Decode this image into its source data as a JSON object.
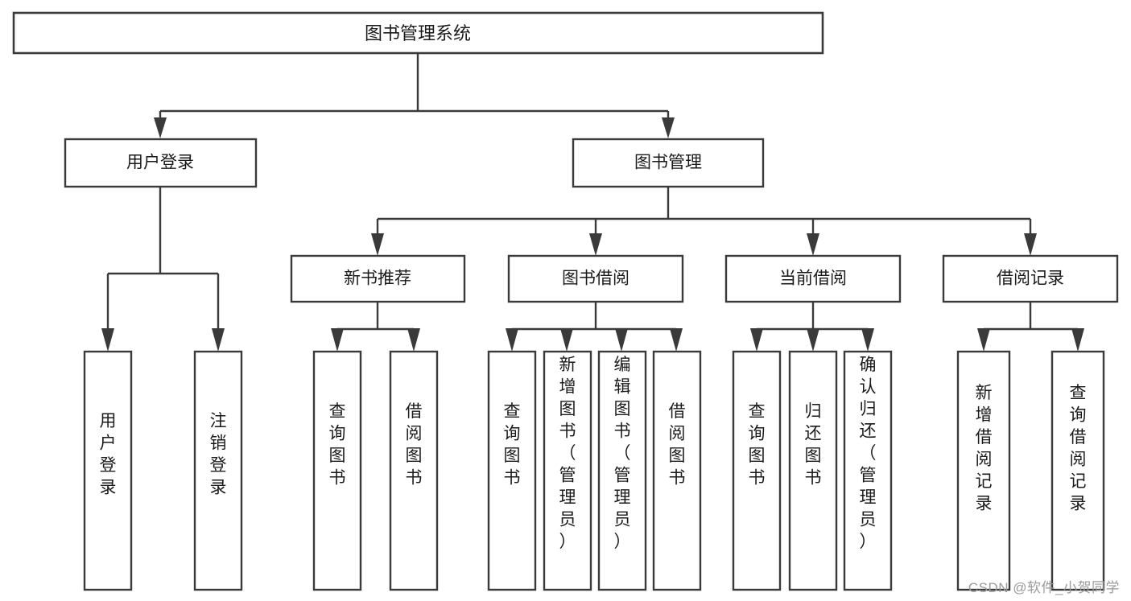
{
  "diagram": {
    "type": "tree",
    "title": "图书管理系统",
    "watermark": "CSDN @软件_小贺同学",
    "colors": {
      "stroke": "#3a3a3a",
      "fill": "#ffffff",
      "text": "#1a1a1a",
      "watermark": "#9a9a9a"
    },
    "root": {
      "label": "图书管理系统"
    },
    "level1": [
      {
        "label": "用户登录"
      },
      {
        "label": "图书管理"
      }
    ],
    "level2": [
      {
        "label": "新书推荐"
      },
      {
        "label": "图书借阅"
      },
      {
        "label": "当前借阅"
      },
      {
        "label": "借阅记录"
      }
    ],
    "leaves": {
      "user_login": [
        {
          "label": "用户登录"
        },
        {
          "label": "注销登录"
        }
      ],
      "new_book_recommend": [
        {
          "label": "查询图书"
        },
        {
          "label": "借阅图书"
        }
      ],
      "book_borrow": [
        {
          "label": "查询图书"
        },
        {
          "label": "新增图书（管理员）"
        },
        {
          "label": "编辑图书（管理员）"
        },
        {
          "label": "借阅图书"
        }
      ],
      "current_borrow": [
        {
          "label": "查询图书"
        },
        {
          "label": "归还图书"
        },
        {
          "label": "确认归还（管理员）"
        }
      ],
      "borrow_record": [
        {
          "label": "新增借阅记录"
        },
        {
          "label": "查询借阅记录"
        }
      ]
    }
  }
}
